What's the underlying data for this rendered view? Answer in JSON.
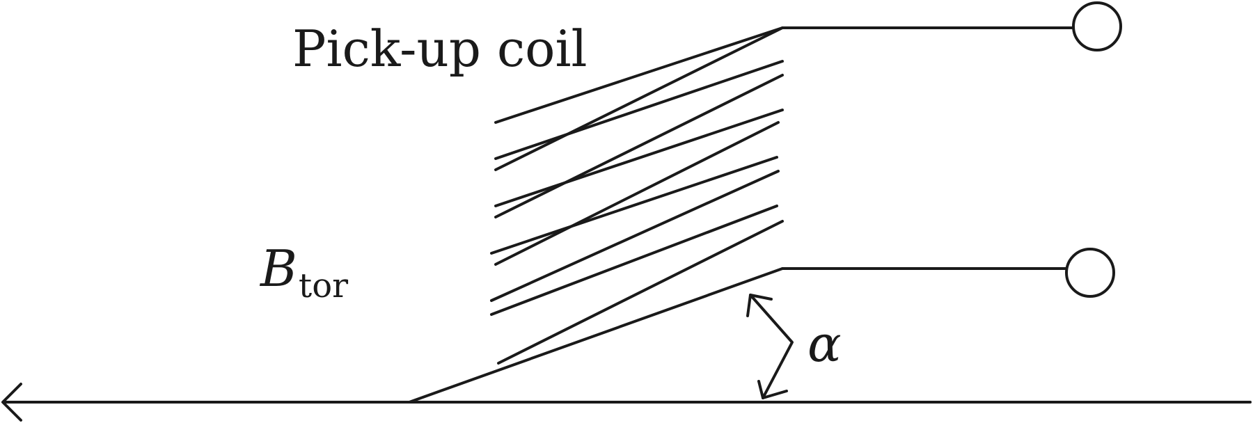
{
  "labels": {
    "coil": "Pick-up coil",
    "field_symbol": "B",
    "field_subscript": "tor",
    "angle": "α"
  },
  "colors": {
    "ink": "#1a1a1a",
    "background": "#ffffff"
  }
}
